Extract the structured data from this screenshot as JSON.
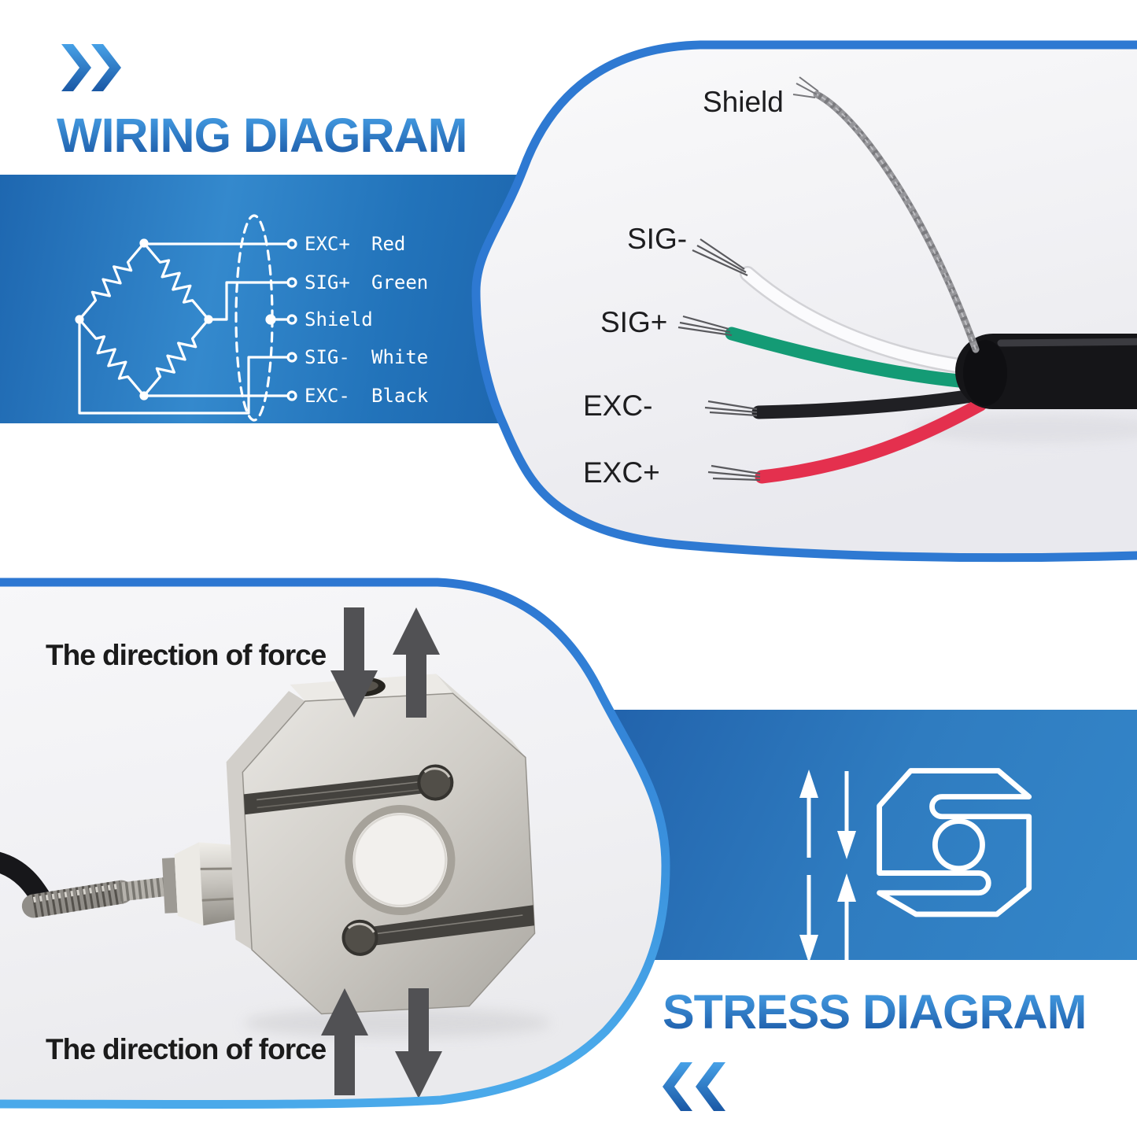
{
  "header": {
    "title": "WIRING DIAGRAM"
  },
  "wiring_box": {
    "pins": [
      {
        "signal": "EXC+",
        "color_name": "Red"
      },
      {
        "signal": "SIG+",
        "color_name": "Green"
      },
      {
        "signal": "Shield",
        "color_name": ""
      },
      {
        "signal": "SIG-",
        "color_name": "White"
      },
      {
        "signal": "EXC-",
        "color_name": "Black"
      }
    ]
  },
  "cable_photo": {
    "labels": [
      {
        "label": "Shield"
      },
      {
        "label": "SIG-"
      },
      {
        "label": "SIG+"
      },
      {
        "label": "EXC-"
      },
      {
        "label": "EXC+"
      }
    ]
  },
  "force_photo": {
    "top_label": "The direction of force",
    "bottom_label": "The direction of force"
  },
  "stress": {
    "title": "STRESS DIAGRAM"
  },
  "icons": {
    "header_icon": "double-chevron-right",
    "stress_header_icon": "double-chevron-left",
    "force_icons": "up-down-arrows",
    "stress_band_icon": "s-type-load-cell-outline"
  },
  "colors": {
    "accent_blue_dark": "#1c5ca9",
    "accent_blue": "#2e79d2",
    "accent_blue_light": "#47a8ea",
    "panel_blue_start": "#1e67b0",
    "panel_blue_mid": "#3489cd",
    "band_blue_start": "#1f5ea8",
    "band_blue_end": "#3486c9",
    "wire_red": "#e4304e",
    "wire_green": "#149b75",
    "wire_white": "#fbfbfd",
    "wire_black": "#202024",
    "wire_shield": "#96969a",
    "arrow_gray": "#515154",
    "label_black": "#1d1d1f"
  }
}
